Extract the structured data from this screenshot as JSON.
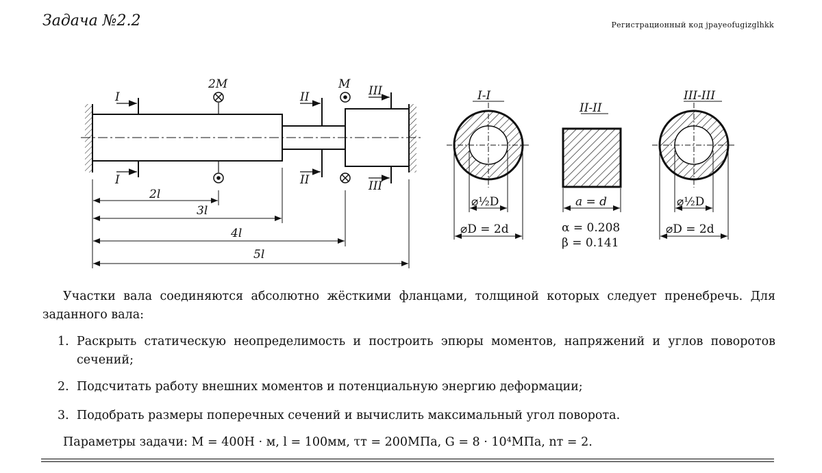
{
  "header": {
    "title": "Задача №2.2",
    "registration": "Регистрационный код jpayeofugizglhkk"
  },
  "diagram": {
    "labels": {
      "two_m": "2M",
      "m": "M",
      "sec1": "I",
      "sec2": "II",
      "sec3": "III",
      "d2l": "2l",
      "d3l": "3l",
      "d4l": "4l",
      "d5l": "5l"
    },
    "sections": [
      {
        "title": "I-I",
        "inner": "⌀½D",
        "outer": "⌀D = 2d"
      },
      {
        "title": "II-II",
        "side": "a = d",
        "alpha": "α = 0.208",
        "beta": "β = 0.141"
      },
      {
        "title": "III-III",
        "inner": "⌀½D",
        "outer": "⌀D = 2d"
      }
    ]
  },
  "text": {
    "intro": "Участки вала соединяются абсолютно жёсткими фланцами, толщиной которых следует пренебречь. Для заданного вала:",
    "items": [
      {
        "n": "1.",
        "t": "Раскрыть статическую неопределимость и построить эпюры моментов, напряжений и углов поворотов сечений;"
      },
      {
        "n": "2.",
        "t": "Подсчитать работу внешних моментов и потенциальную энергию деформации;"
      },
      {
        "n": "3.",
        "t": "Подобрать размеры поперечных сечений и вычислить максимальный угол поворота."
      }
    ],
    "params": "Параметры задачи: M = 400Н · м, l = 100мм, τт = 200МПа, G = 8 · 10⁴МПа, nт = 2."
  }
}
